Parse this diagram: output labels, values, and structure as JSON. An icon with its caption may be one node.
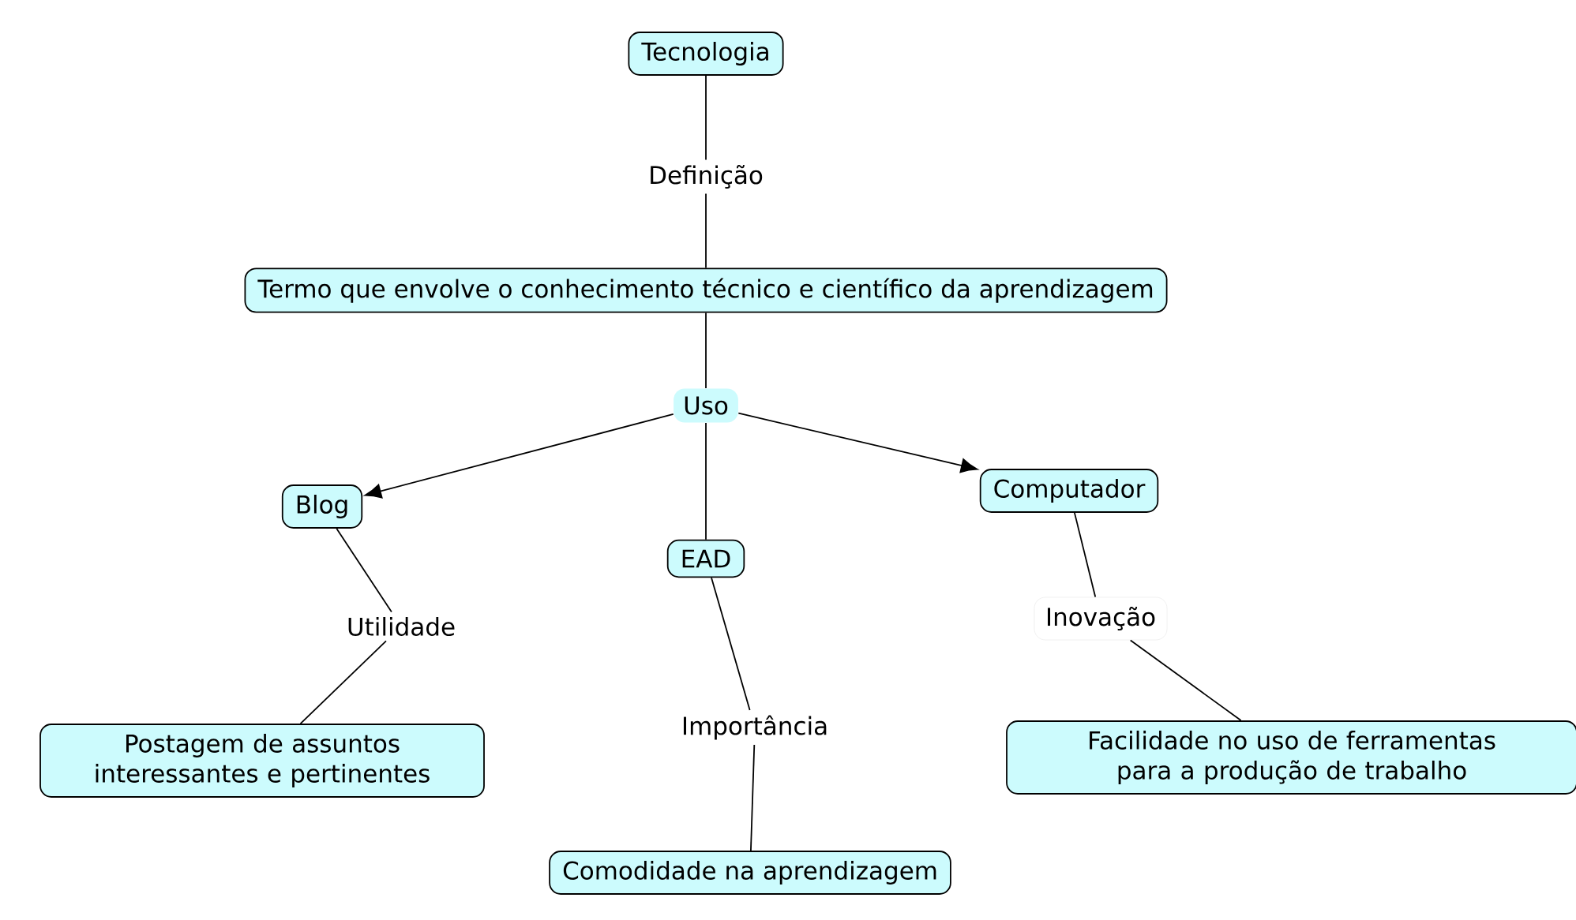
{
  "diagram": {
    "nodes": [
      {
        "text": [
          "Tecnologia"
        ]
      },
      {
        "text": [
          "Definição"
        ]
      },
      {
        "text": [
          "Termo que envolve o conhecimento técnico e científico da aprendizagem"
        ]
      },
      {
        "text": [
          "Uso"
        ]
      },
      {
        "text": [
          "Blog"
        ]
      },
      {
        "text": [
          "EAD"
        ]
      },
      {
        "text": [
          "Computador"
        ]
      },
      {
        "text": [
          "Utilidade"
        ]
      },
      {
        "text": [
          "Importância"
        ]
      },
      {
        "text": [
          "Inovação"
        ]
      },
      {
        "text": [
          "Postagem de assuntos interessantes e pertinentes"
        ]
      },
      {
        "text": [
          "Comodidade na aprendizagem"
        ]
      },
      {
        "text": [
          "Facilidade no uso de ferramentas para a produção de trabalho"
        ]
      }
    ],
    "edges": [
      {
        "from": 0,
        "to": 1,
        "arrow": "none"
      },
      {
        "from": 1,
        "to": 2,
        "arrow": "none"
      },
      {
        "from": 2,
        "to": 3,
        "arrow": "none"
      },
      {
        "from": 3,
        "to": 4,
        "arrow": "to"
      },
      {
        "from": 3,
        "to": 5,
        "arrow": "none"
      },
      {
        "from": 3,
        "to": 6,
        "arrow": "to"
      },
      {
        "from": 4,
        "to": 7,
        "arrow": "none"
      },
      {
        "from": 7,
        "to": 10,
        "arrow": "none"
      },
      {
        "from": 5,
        "to": 8,
        "arrow": "none"
      },
      {
        "from": 8,
        "to": 11,
        "arrow": "none"
      },
      {
        "from": 6,
        "to": 9,
        "arrow": "none"
      },
      {
        "from": 9,
        "to": 12,
        "arrow": "none"
      }
    ]
  }
}
